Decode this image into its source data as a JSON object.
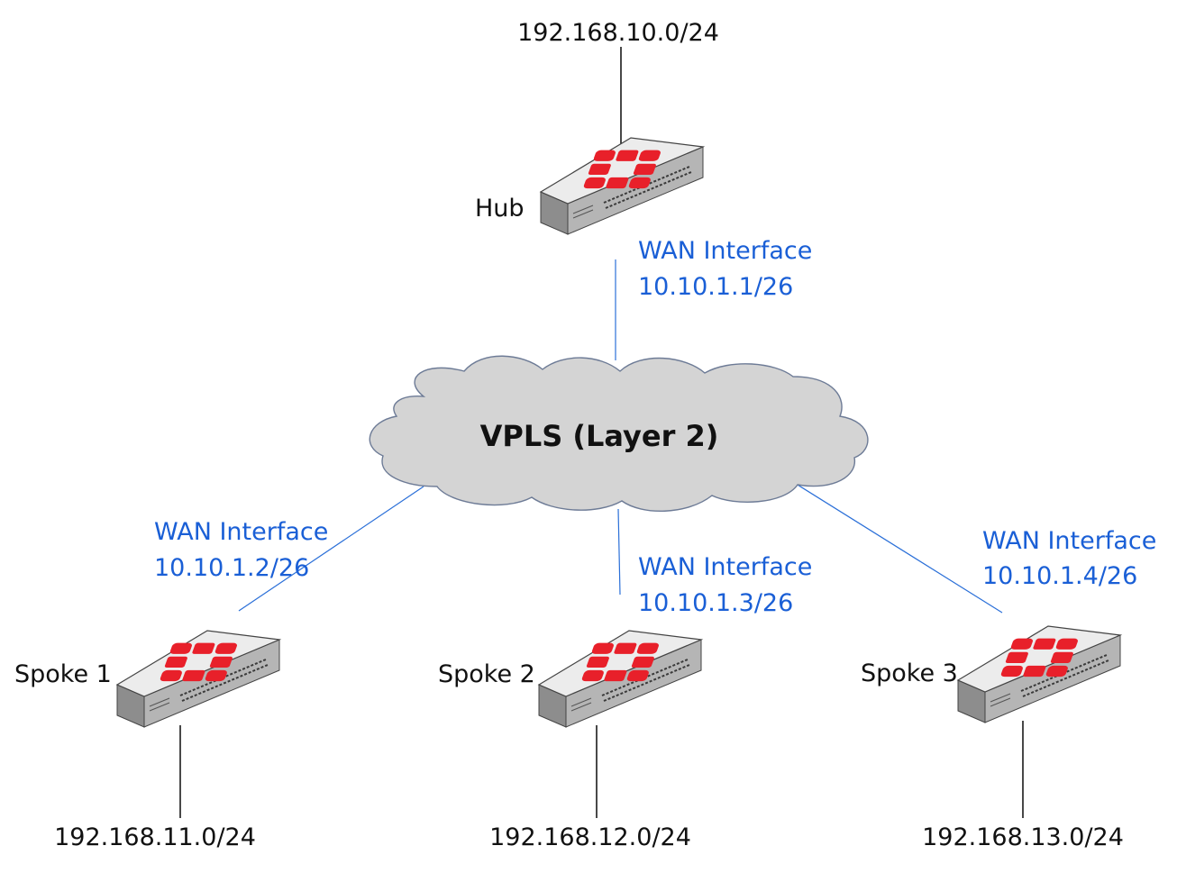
{
  "cloud": {
    "label": "VPLS (Layer 2)"
  },
  "hub": {
    "label": "Hub",
    "lan_subnet": "192.168.10.0/24",
    "wan_label": "WAN Interface",
    "wan_ip": "10.10.1.1/26"
  },
  "spokes": [
    {
      "label": "Spoke 1",
      "lan_subnet": "192.168.11.0/24",
      "wan_label": "WAN Interface",
      "wan_ip": "10.10.1.2/26"
    },
    {
      "label": "Spoke 2",
      "lan_subnet": "192.168.12.0/24",
      "wan_label": "WAN Interface",
      "wan_ip": "10.10.1.3/26"
    },
    {
      "label": "Spoke 3",
      "lan_subnet": "192.168.13.0/24",
      "wan_label": "WAN Interface",
      "wan_ip": "10.10.1.4/26"
    }
  ],
  "colors": {
    "wan_text": "#1a5fd6",
    "device_logo": "#e8202a",
    "cloud_fill": "#d4d4d4"
  },
  "icons": {
    "device": "fortigate-firewall-icon",
    "network": "cloud-icon"
  }
}
